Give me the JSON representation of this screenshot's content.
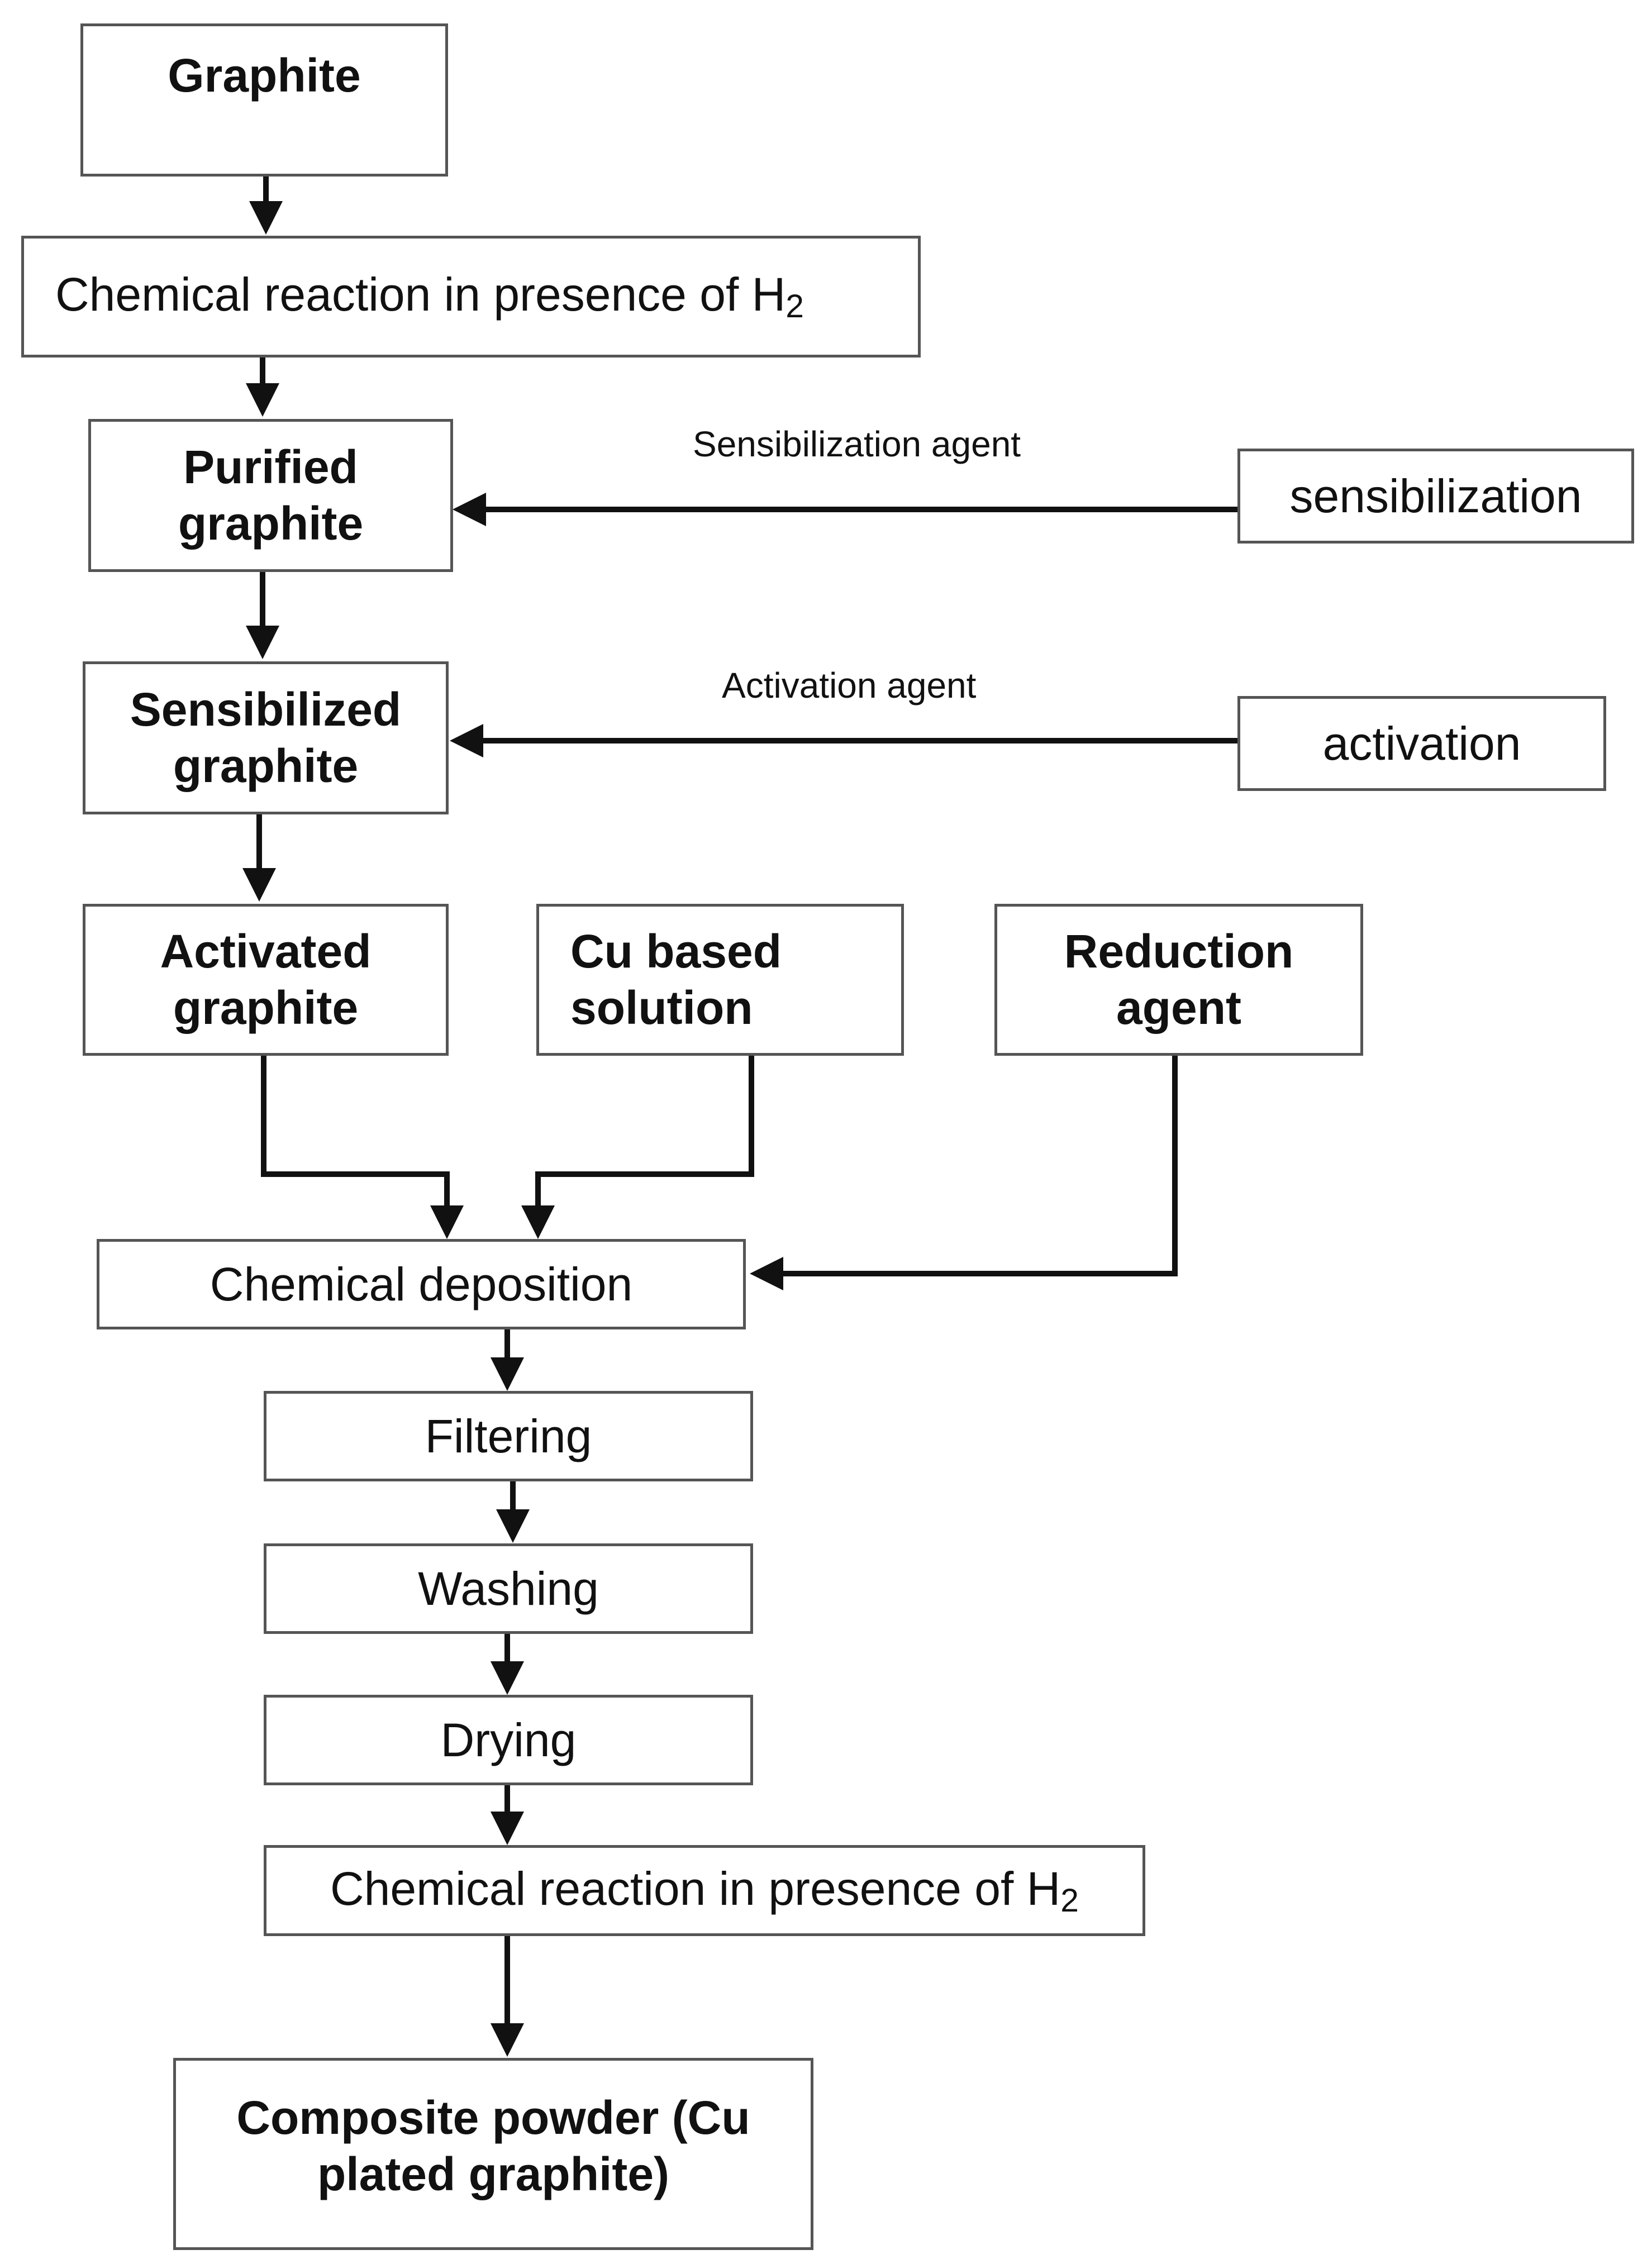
{
  "nodes": {
    "graphite": "Graphite",
    "reaction1": {
      "text": "Chemical reaction in presence of H",
      "sub": "2"
    },
    "purified": {
      "line1": "Purified",
      "line2": "graphite"
    },
    "sensibilization": "sensibilization",
    "sensibilized": {
      "line1": "Sensibilized",
      "line2": "graphite"
    },
    "activation": "activation",
    "activated": {
      "line1": "Activated",
      "line2": "graphite"
    },
    "cu_solution": {
      "line1": "Cu based",
      "line2": "solution"
    },
    "reduction": {
      "line1": "Reduction",
      "line2": "agent"
    },
    "deposition": "Chemical deposition",
    "filtering": "Filtering",
    "washing": "Washing",
    "drying": "Drying",
    "reaction2": {
      "text": "Chemical reaction in presence of H",
      "sub": "2"
    },
    "composite": {
      "line1": "Composite powder (Cu",
      "line2": "plated graphite)"
    }
  },
  "edge_labels": {
    "sensibilization_agent": "Sensibilization agent",
    "activation_agent": "Activation agent"
  },
  "colors": {
    "line": "#111111",
    "box_border": "#555555"
  }
}
